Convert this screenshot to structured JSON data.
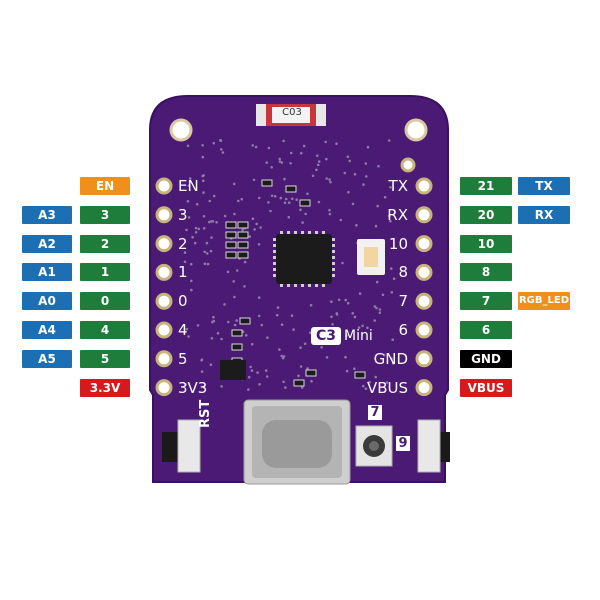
{
  "colors": {
    "pcb": "#4b1a74",
    "pcb_dark": "#3a1060",
    "gpio": "#1f7d3b",
    "analog": "#1d6fb4",
    "en": "#f0901c",
    "power": "#d6181f",
    "gnd": "#000000",
    "rgb_led": "#f0901c",
    "uart": "#1d6fb4"
  },
  "board": {
    "model_logo_badge": "C3",
    "model_logo_text": "Mini",
    "rst_label": "RST",
    "io7_label": "7",
    "io9_label": "9",
    "component_code": "C03"
  },
  "left_pins": [
    {
      "label": "EN",
      "tags": [
        {
          "text": "EN",
          "kind": "en"
        }
      ]
    },
    {
      "label": "3",
      "tags": [
        {
          "text": "A3",
          "kind": "analog"
        },
        {
          "text": "3",
          "kind": "gpio"
        }
      ]
    },
    {
      "label": "2",
      "tags": [
        {
          "text": "A2",
          "kind": "analog"
        },
        {
          "text": "2",
          "kind": "gpio"
        }
      ]
    },
    {
      "label": "1",
      "tags": [
        {
          "text": "A1",
          "kind": "analog"
        },
        {
          "text": "1",
          "kind": "gpio"
        }
      ]
    },
    {
      "label": "0",
      "tags": [
        {
          "text": "A0",
          "kind": "analog"
        },
        {
          "text": "0",
          "kind": "gpio"
        }
      ]
    },
    {
      "label": "4",
      "tags": [
        {
          "text": "A4",
          "kind": "analog"
        },
        {
          "text": "4",
          "kind": "gpio"
        }
      ]
    },
    {
      "label": "5",
      "tags": [
        {
          "text": "A5",
          "kind": "analog"
        },
        {
          "text": "5",
          "kind": "gpio"
        }
      ]
    },
    {
      "label": "3V3",
      "tags": [
        {
          "text": "3.3V",
          "kind": "power"
        }
      ]
    }
  ],
  "right_pins": [
    {
      "label": "TX",
      "tags": [
        {
          "text": "21",
          "kind": "gpio"
        },
        {
          "text": "TX",
          "kind": "uart"
        }
      ]
    },
    {
      "label": "RX",
      "tags": [
        {
          "text": "20",
          "kind": "gpio"
        },
        {
          "text": "RX",
          "kind": "uart"
        }
      ]
    },
    {
      "label": "10",
      "tags": [
        {
          "text": "10",
          "kind": "gpio"
        }
      ]
    },
    {
      "label": "8",
      "tags": [
        {
          "text": "8",
          "kind": "gpio"
        }
      ]
    },
    {
      "label": "7",
      "tags": [
        {
          "text": "7",
          "kind": "gpio"
        },
        {
          "text": "RGB_LED",
          "kind": "rgb_led"
        }
      ]
    },
    {
      "label": "6",
      "tags": [
        {
          "text": "6",
          "kind": "gpio"
        }
      ]
    },
    {
      "label": "GND",
      "tags": [
        {
          "text": "GND",
          "kind": "gnd"
        }
      ]
    },
    {
      "label": "VBUS",
      "tags": [
        {
          "text": "VBUS",
          "kind": "power"
        }
      ]
    }
  ]
}
